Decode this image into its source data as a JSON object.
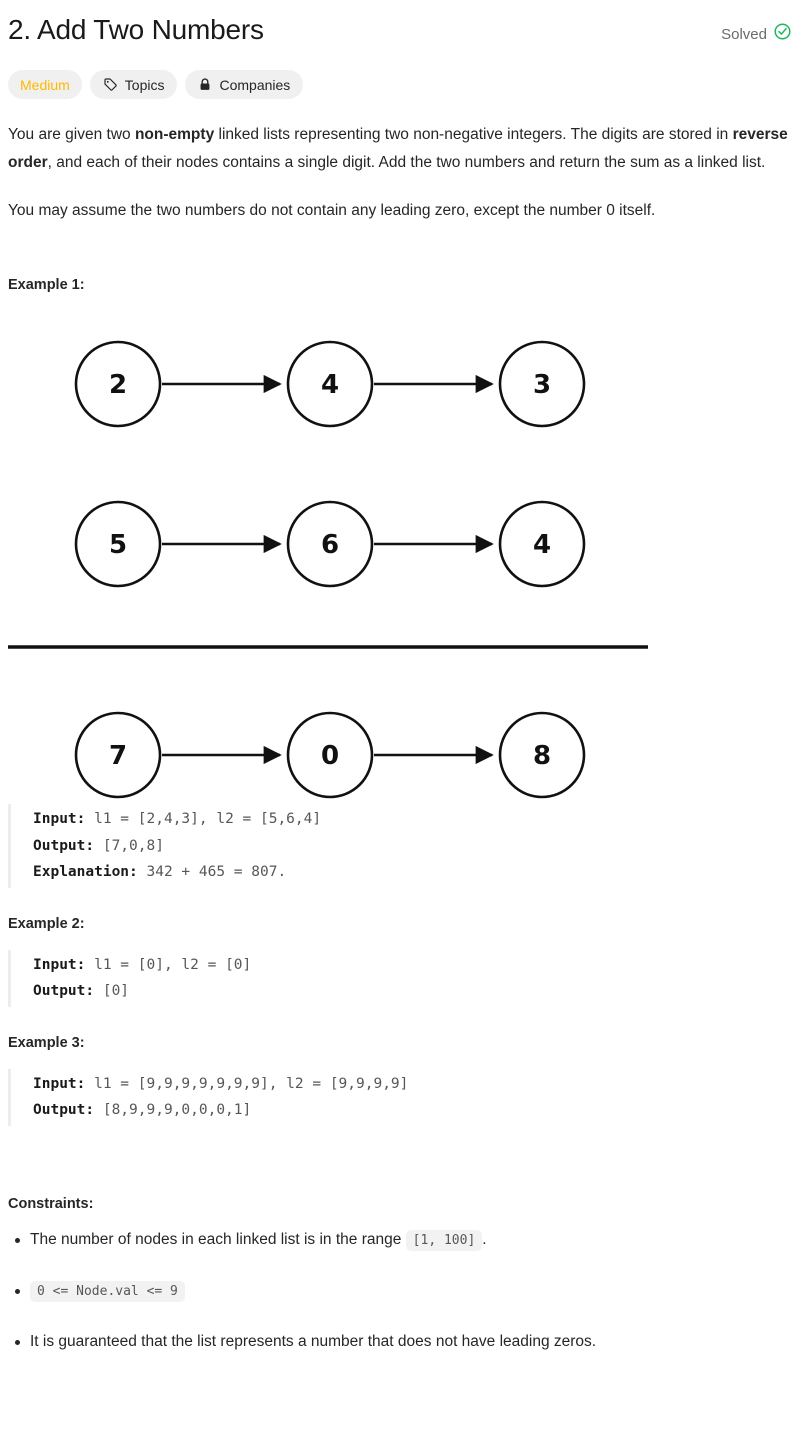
{
  "header": {
    "title": "2. Add Two Numbers",
    "status_label": "Solved",
    "status_icon": "check-circle-icon",
    "status_color": "#1cb85c"
  },
  "tags": [
    {
      "label": "Medium",
      "icon": null,
      "color": "#ffb800",
      "name": "difficulty"
    },
    {
      "label": "Topics",
      "icon": "tag-icon",
      "color": "#262626",
      "name": "topics"
    },
    {
      "label": "Companies",
      "icon": "lock-icon",
      "color": "#262626",
      "name": "companies"
    }
  ],
  "description": {
    "paragraph1_part1": "You are given two ",
    "paragraph1_bold1": "non-empty",
    "paragraph1_part2": " linked lists representing two non-negative integers. The digits are stored in ",
    "paragraph1_bold2": "reverse order",
    "paragraph1_part3": ", and each of their nodes contains a single digit. Add the two numbers and return the sum as a linked list.",
    "paragraph2": "You may assume the two numbers do not contain any leading zero, except the number 0 itself."
  },
  "examples": [
    {
      "heading": "Example 1:",
      "diagram": {
        "list1": [
          "2",
          "4",
          "3"
        ],
        "list2": [
          "5",
          "6",
          "4"
        ],
        "result": [
          "7",
          "0",
          "8"
        ],
        "divider": true
      },
      "code": [
        {
          "label": "Input:",
          "value": " l1 = [2,4,3], l2 = [5,6,4]"
        },
        {
          "label": "Output:",
          "value": " [7,0,8]"
        },
        {
          "label": "Explanation:",
          "value": " 342 + 465 = 807."
        }
      ]
    },
    {
      "heading": "Example 2:",
      "code": [
        {
          "label": "Input:",
          "value": " l1 = [0], l2 = [0]"
        },
        {
          "label": "Output:",
          "value": " [0]"
        }
      ]
    },
    {
      "heading": "Example 3:",
      "code": [
        {
          "label": "Input:",
          "value": " l1 = [9,9,9,9,9,9,9], l2 = [9,9,9,9]"
        },
        {
          "label": "Output:",
          "value": " [8,9,9,9,0,0,0,1]"
        }
      ]
    }
  ],
  "constraints": {
    "heading": "Constraints:",
    "items": [
      {
        "text_before": "The number of nodes in each linked list is in the range ",
        "code": "[1, 100]",
        "text_after": "."
      },
      {
        "text_before": "",
        "code": "0 <= Node.val <= 9",
        "text_after": ""
      },
      {
        "text_before": "It is guaranteed that the list represents a number that does not have leading zeros.",
        "code": null,
        "text_after": ""
      }
    ]
  }
}
